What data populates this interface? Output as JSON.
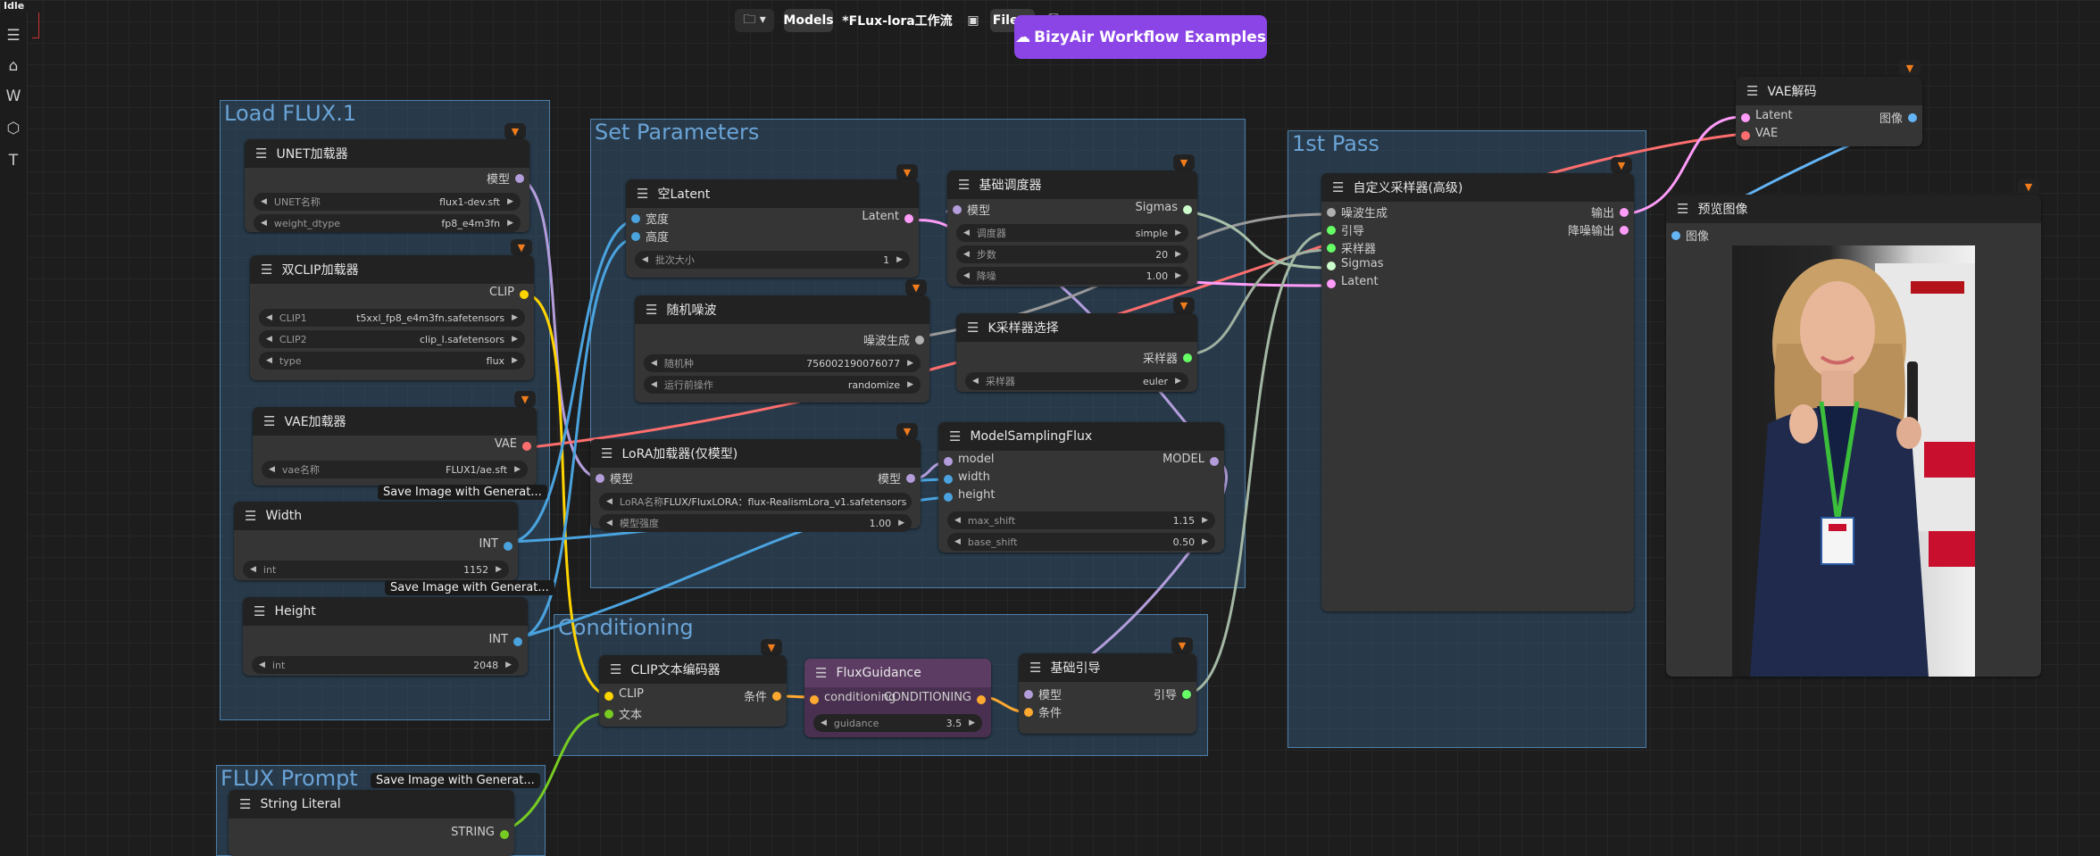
{
  "status": "Idle",
  "toolbar": {
    "folder_icon": "folder-icon",
    "models_label": "Models",
    "workflow_title": "*FLux-lora工作流",
    "file_label": "File",
    "bizyair_label": "BizyAir Workflow Examples"
  },
  "sidebar": {
    "items": [
      {
        "name": "menu-icon",
        "glyph": "☰"
      },
      {
        "name": "home-icon",
        "glyph": "⌂"
      },
      {
        "name": "workflow-icon",
        "glyph": "W"
      },
      {
        "name": "cube-icon",
        "glyph": "⬡"
      },
      {
        "name": "text-icon",
        "glyph": "T"
      }
    ]
  },
  "groups": {
    "load_flux": "Load FLUX.1",
    "set_params": "Set Parameters",
    "first_pass": "1st Pass",
    "conditioning": "Conditioning",
    "flux_prompt": "FLUX Prompt"
  },
  "badges": {
    "save_image_1": "Save Image with Generat...",
    "save_image_2": "Save Image with Generat...",
    "save_image_3": "Save Image with Generat..."
  },
  "nodes": {
    "unet": {
      "title": "UNET加载器",
      "out": "模型",
      "w1_label": "UNET名称",
      "w1_value": "flux1-dev.sft",
      "w2_label": "weight_dtype",
      "w2_value": "fp8_e4m3fn"
    },
    "dualclip": {
      "title": "双CLIP加载器",
      "out": "CLIP",
      "w1_label": "CLIP1",
      "w1_value": "t5xxl_fp8_e4m3fn.safetensors",
      "w2_label": "CLIP2",
      "w2_value": "clip_l.safetensors",
      "w3_label": "type",
      "w3_value": "flux"
    },
    "vae": {
      "title": "VAE加载器",
      "out": "VAE",
      "w1_label": "vae名称",
      "w1_value": "FLUX1/ae.sft"
    },
    "width": {
      "title": "Width",
      "out": "INT",
      "w1_label": "int",
      "w1_value": "1152"
    },
    "height": {
      "title": "Height",
      "out": "INT",
      "w1_label": "int",
      "w1_value": "2048"
    },
    "string": {
      "title": "String Literal",
      "out": "STRING"
    },
    "empty_latent": {
      "title": "空Latent",
      "in1": "宽度",
      "in2": "高度",
      "out": "Latent",
      "w1_label": "批次大小",
      "w1_value": "1"
    },
    "noise": {
      "title": "随机噪波",
      "out": "噪波生成",
      "w1_label": "随机种",
      "w1_value": "756002190076077",
      "w2_label": "运行前操作",
      "w2_value": "randomize"
    },
    "scheduler": {
      "title": "基础调度器",
      "in1": "模型",
      "out": "Sigmas",
      "w1_label": "调度器",
      "w1_value": "simple",
      "w2_label": "步数",
      "w2_value": "20",
      "w3_label": "降噪",
      "w3_value": "1.00"
    },
    "ksampler_select": {
      "title": "K采样器选择",
      "out": "采样器",
      "w1_label": "采样器",
      "w1_value": "euler"
    },
    "lora": {
      "title": "LoRA加载器(仅模型)",
      "in1": "模型",
      "out": "模型",
      "w1_label": "LoRA名称",
      "w1_value": "FLUX/FluxLORA：flux-RealismLora_v1.safetensors",
      "w2_label": "模型强度",
      "w2_value": "1.00"
    },
    "model_sampling": {
      "title": "ModelSamplingFlux",
      "in1": "model",
      "in2": "width",
      "in3": "height",
      "out": "MODEL",
      "w1_label": "max_shift",
      "w1_value": "1.15",
      "w2_label": "base_shift",
      "w2_value": "0.50"
    },
    "clip_text": {
      "title": "CLIP文本编码器",
      "in1": "CLIP",
      "in2": "文本",
      "out": "条件"
    },
    "flux_guidance": {
      "title": "FluxGuidance",
      "in1": "conditioning",
      "out": "CONDITIONING",
      "w1_label": "guidance",
      "w1_value": "3.5"
    },
    "basic_guider": {
      "title": "基础引导",
      "in1": "模型",
      "in2": "条件",
      "out": "引导"
    },
    "custom_sampler": {
      "title": "自定义采样器(高级)",
      "in1": "噪波生成",
      "in2": "引导",
      "in3": "采样器",
      "in4": "Sigmas",
      "in5": "Latent",
      "out1": "输出",
      "out2": "降噪输出"
    },
    "vae_decode": {
      "title": "VAE解码",
      "in1": "Latent",
      "in2": "VAE",
      "out": "图像"
    },
    "preview": {
      "title": "预览图像",
      "in1": "图像"
    }
  },
  "colors": {
    "model": "#b39ddb",
    "clip": "#ffd500",
    "vae": "#ff6e6e",
    "int": "#4aa3df",
    "latent": "#ff9cf9",
    "conditioning": "#ffa931",
    "noise": "#b0b0b0",
    "sampler": "#ecb4b4",
    "sigmas": "#cdffcd",
    "guider": "#66ff66",
    "string": "#77cc22",
    "image": "#64b5f6"
  }
}
